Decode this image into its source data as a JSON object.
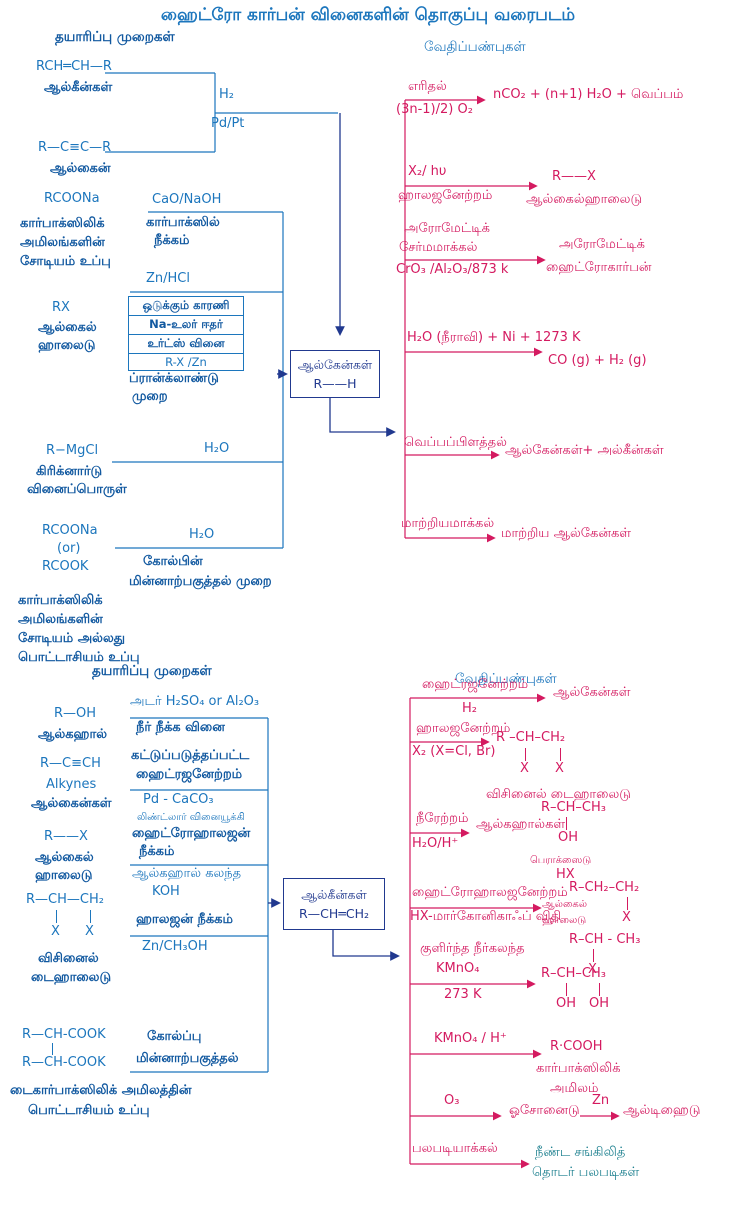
{
  "colors": {
    "blue": "#1c76bd",
    "blue_dark": "#1259a0",
    "navy": "#21398f",
    "pink": "#d41a60",
    "teal": "#1b7f8e"
  },
  "title": "ஹைட்ரோ கார்பன் வினைகளின் தொகுப்பு வரைபடம்",
  "top": {
    "prep_header": "தயாரிப்பு முறைகள்",
    "prop_header": "வேதிப்பண்புகள்",
    "alkene_formula": "RCH═CH—R",
    "alkene_label": "ஆல்கீன்கள்",
    "h2": "H₂",
    "pdpt": "Pd/Pt",
    "alkyne_formula": "R—C≡C—R",
    "alkyne_label": "ஆல்கைன்",
    "rcoona": "RCOONa",
    "cao_naoh": "CaO/NaOH",
    "decarbox1": "கார்பாக்ஸில்",
    "decarbox2": "நீக்கம்",
    "carbox1": "கார்பாக்ஸிலிக்",
    "carbox2": "அமிலங்களின்",
    "carbox3": "சோடியம் உப்பு",
    "zn_hcl": "Zn/HCl",
    "wurtz_rows": [
      "ஒடுக்கும் காரணி",
      "Na-உலர் ஈதர்",
      "உர்ட்ஸ் வினை",
      "R-X /Zn"
    ],
    "rx": "RX",
    "rx_label1": "ஆல்கைல்",
    "rx_label2": "ஹாலைடு",
    "frankland1": "ப்ரான்க்லாண்டு",
    "frankland2": "முறை",
    "rmgcl": "R−MgCl",
    "grignard1": "கிரிக்னார்டு",
    "grignard2": "வினைப்பொருள்",
    "h2o_1": "H₂O",
    "rcoona2": "RCOONa",
    "or_label": "(or)",
    "rcook": "RCOOK",
    "h2o_2": "H₂O",
    "kolbe1": "கோல்பின்",
    "kolbe2": "மின்னாற்பகுத்தல் முறை",
    "salt2_1": "கார்பாக்ஸிலிக்",
    "salt2_2": "அமிலங்களின்",
    "salt2_3": "சோடியம் அல்லது",
    "salt2_4": "பொட்டாசியம் உப்பு",
    "box_name": "ஆல்கேன்கள்",
    "box_formula": "R——H",
    "r1_above": "எரிதல்",
    "r1_below": "(3n-1)/2) O₂",
    "r1_result": "nCO₂ +  (n+1) H₂O + வெப்பம்",
    "r2_above": "X₂/ hυ",
    "r2_below": "ஹாலஜனேற்றம்",
    "r2_result1": "R——X",
    "r2_result2": "ஆல்கைல்ஹாலைடு",
    "r3_above1": "அரோமேட்டிக்",
    "r3_above2": "சேர்மமாக்கல்",
    "r3_below": "CrO₃ /Al₂O₃/873 k",
    "r3_result1": "அரோமேட்டிக்",
    "r3_result2": "ஹைட்ரோகார்பன்",
    "r4_above": "H₂O (நீராவி) + Ni + 1273 K",
    "r4_result": "CO (g) + H₂ (g)",
    "r5_above": "வெப்பப்பிளத்தல்",
    "r5_result": "ஆல்கேன்கள்+ அல்கீன்கள்",
    "r6_above": "மாற்றியமாக்கல்",
    "r6_result": "மாற்றிய ஆல்கேன்கள்"
  },
  "bottom": {
    "prep_header": "தயாரிப்பு முறைகள்",
    "prop_header": "வேதிப்பண்புகள்",
    "dehydration_reagent": "அடர் H₂SO₄ or Al₂O₃",
    "dehydration_name": "நீர் நீக்க வினை",
    "roh": "R—OH",
    "roh_label": "ஆல்கஹால்",
    "ctrl_hydro1": "கட்டுப்படுத்தப்பட்ட",
    "ctrl_hydro2": "ஹைட்ரஜனேற்றம்",
    "pd_caco3": "Pd - CaCO₃",
    "lindlar": "லிண்ட்லார் வினையூக்கி",
    "alkyne_formula": "R—C≡CH",
    "alkyne_en": "Alkynes",
    "alkyne_ta": "ஆல்கைன்கள்",
    "dehydrohal1": "ஹைட்ரோஹாலஜன்",
    "dehydrohal2": "நீக்கம்",
    "alc_koh1": "ஆல்கஹால் கலந்த",
    "alc_koh2": "KOH",
    "rx": "R——X",
    "rx_label1": "ஆல்கைல்",
    "rx_label2": "ஹாலைடு",
    "vicinal_formula": "R—CH—CH₂",
    "x": "X",
    "vicinal_label1": "விசினைல்",
    "vicinal_label2": "டைஹாலைடு",
    "dehal_name": "ஹாலஜன் நீக்கம்",
    "dehal_reagent": "Zn/CH₃OH",
    "dicarb1": "R—CH-COOK",
    "dicarb2": "R—CH-COOK",
    "dicarb_label1": "டைகார்பாக்ஸிலிக் அமிலத்தின்",
    "dicarb_label2": "பொட்டாசியம் உப்பு",
    "kolbe1": "கோல்ப்பு",
    "kolbe2": "மின்னாற்பகுத்தல்",
    "box_name": "ஆல்கீன்கள்",
    "box_formula": "R—CH═CH₂",
    "r1_above": "ஹைட்ரஜனேற்றம்",
    "r1_below": "H₂",
    "r1_result": "ஆல்கேன்கள்",
    "r2_above": "ஹாலஜனேற்றம்",
    "r2_below": "X₂ (X=Cl, Br)",
    "r2_formula": "R –CH–CH₂",
    "r2_result_label": "விசினைல் டைஹாலைடு",
    "r3_above": "நீரேற்றம்",
    "r3_below": "H₂O/H⁺",
    "r3_result_label": "ஆல்கஹால்கள்",
    "r3_formula": "R–CH–CH₃",
    "oh": "OH",
    "peroxide": "பெராக்ஸைடு",
    "hx": "HX",
    "r4_above": "ஹைட்ரோஹாலஜனேற்றம்",
    "r4_below": "HX-மார்கோனிகாஃப் விதி",
    "r4_formula1": "R–CH₂–CH₂",
    "r4_label1": "ஆல்கைல்",
    "r4_label2": "ஹாலைடு",
    "r4_formula2": "R–CH - CH₃",
    "r5_above1": "குளிர்ந்த நீர்கலந்த",
    "r5_above2": "KMnO₄",
    "r5_below": "273 K",
    "r5_formula": "R–CH–CH₃",
    "r6_above": "KMnO₄ / H⁺",
    "r6_result": "R·COOH",
    "r6_label1": "கார்பாக்ஸிலிக்",
    "r6_label2": "அமிலம்",
    "r7_above": "O₃",
    "r7_mid": "ஓசோனைடு",
    "r7_zn": "Zn",
    "r7_result": "ஆல்டிஹைடு",
    "r8_above": "பலபடியாக்கல்",
    "r8_result1": "நீண்ட சங்கிலித்",
    "r8_result2": "தொடர் பலபடிகள்"
  }
}
